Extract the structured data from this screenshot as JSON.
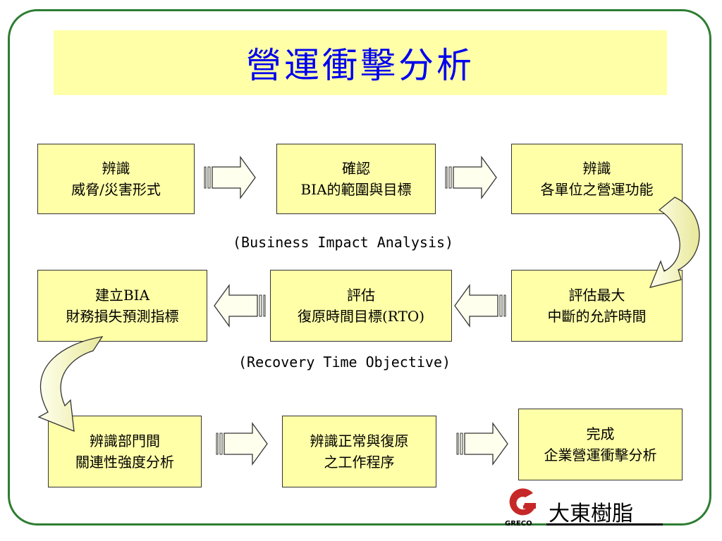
{
  "title": "營運衝擊分析",
  "boxes": {
    "b1": {
      "line1": "辨識",
      "line2": "威脅/災害形式"
    },
    "b2": {
      "line1": "確認",
      "line2": "BIA的範圍與目標"
    },
    "b3": {
      "line1": "辨識",
      "line2": "各單位之營運功能"
    },
    "b4": {
      "line1": "建立BIA",
      "line2": "財務損失預測指標"
    },
    "b5": {
      "line1": "評估",
      "line2": "復原時間目標(RTO)"
    },
    "b6": {
      "line1": "評估最大",
      "line2": "中斷的允許時間"
    },
    "b7": {
      "line1": "辨識部門間",
      "line2": "關連性強度分析"
    },
    "b8": {
      "line1": "辨識正常與復原",
      "line2": "之工作程序"
    },
    "b9": {
      "line1": "完成",
      "line2": "企業營運衝擊分析"
    }
  },
  "notes": {
    "bia": "(Business Impact Analysis)",
    "rto": "(Recovery Time Objective)"
  },
  "logo": {
    "name": "大東樹脂",
    "brand": "GRECO"
  },
  "colors": {
    "frame": "#2e7d32",
    "box_fill": "#ffffa8",
    "title_text": "#0000ee",
    "arrow_fill": "#ffffcc",
    "logo_red": "#c62828"
  }
}
